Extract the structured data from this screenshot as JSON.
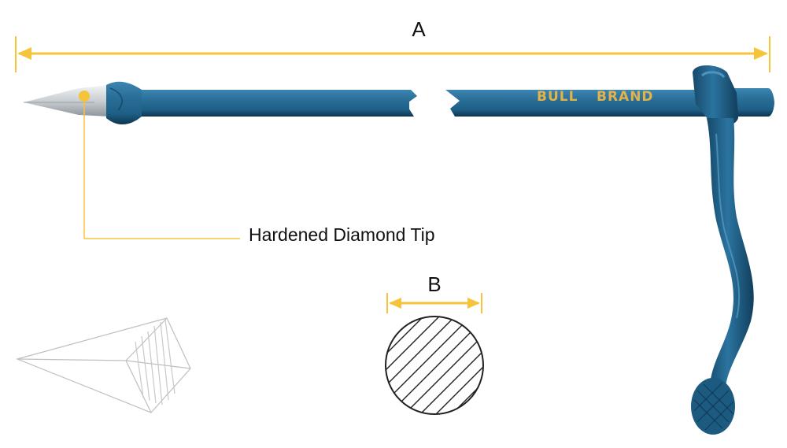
{
  "dimensions": {
    "length_label": "A",
    "diameter_label": "B"
  },
  "callout": {
    "text": "Hardened Diamond Tip"
  },
  "tool": {
    "brand_word_1": "BULL",
    "brand_word_2": "BRAND"
  },
  "colors": {
    "dimension_line": "#F5C43A",
    "bar_body": "#1E5F86",
    "bar_highlight": "#3C86B2",
    "bar_shadow": "#0E3550",
    "tip_steel": "#C9CED2",
    "brand_text": "#E1B24C",
    "hatch": "#222222"
  }
}
